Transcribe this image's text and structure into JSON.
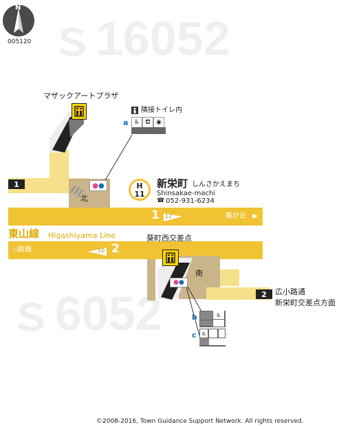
{
  "map_id": "005120",
  "compass_label": "N",
  "station": {
    "line_letter": "H",
    "number": "11",
    "name_jp": "新栄町",
    "name_kana": "しんさかえまち",
    "name_en": "Shinsakae-machi",
    "phone": "052-931-6234"
  },
  "line": {
    "name_jp": "東山線",
    "name_en": "Higashiyama Line"
  },
  "platforms": {
    "p1": {
      "number": "1",
      "direction": "藤が丘",
      "next_station_number": "12"
    },
    "p2": {
      "number": "2",
      "direction": "◁高畑",
      "prev_station_number": "10"
    }
  },
  "concourse": {
    "north": "北",
    "south": "南"
  },
  "exits": {
    "exit1": {
      "number": "1"
    },
    "exit2": {
      "number": "2",
      "label_line1": "広小路通",
      "label_line2": "新栄町交差点方面"
    }
  },
  "labels": {
    "mazak": "マザックアートプラザ",
    "aoicho": "葵町西交差点",
    "toilet_note": "隣接トイレ内"
  },
  "facility_groups": {
    "a": "a",
    "b": "b",
    "c": "c"
  },
  "copyright": "©2008-2016, Town Guidance Support Network. All rights reserved.",
  "colors": {
    "platform_yellow": "#f1c232",
    "passage_yellow": "#f7e08a",
    "concourse_tan": "#c9b589",
    "dark": "#222222",
    "elevator_yellow": "#ffd400",
    "stripe_gray": "#999999"
  }
}
